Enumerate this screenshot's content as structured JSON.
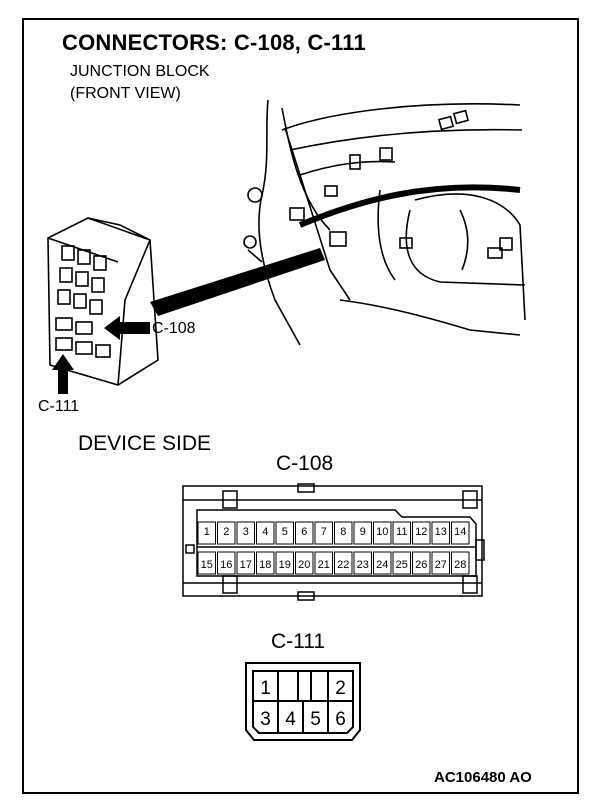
{
  "header": {
    "title": "CONNECTORS: C-108, C-111",
    "subtitle_line1": "JUNCTION BLOCK",
    "subtitle_line2": "(FRONT VIEW)"
  },
  "callouts": {
    "c108": "C-108",
    "c111": "C-111"
  },
  "device_side": "DEVICE SIDE",
  "connector_c108": {
    "name": "C-108",
    "top_row": [
      "1",
      "2",
      "3",
      "4",
      "5",
      "6",
      "7",
      "8",
      "9",
      "10",
      "11",
      "12",
      "13",
      "14"
    ],
    "bottom_row": [
      "15",
      "16",
      "17",
      "18",
      "19",
      "20",
      "21",
      "22",
      "23",
      "24",
      "25",
      "26",
      "27",
      "28"
    ]
  },
  "connector_c111": {
    "name": "C-111",
    "top_row": [
      "1",
      "",
      "",
      "2"
    ],
    "bottom_row": [
      "3",
      "4",
      "5",
      "6"
    ]
  },
  "figure_id": "AC106480 AO"
}
